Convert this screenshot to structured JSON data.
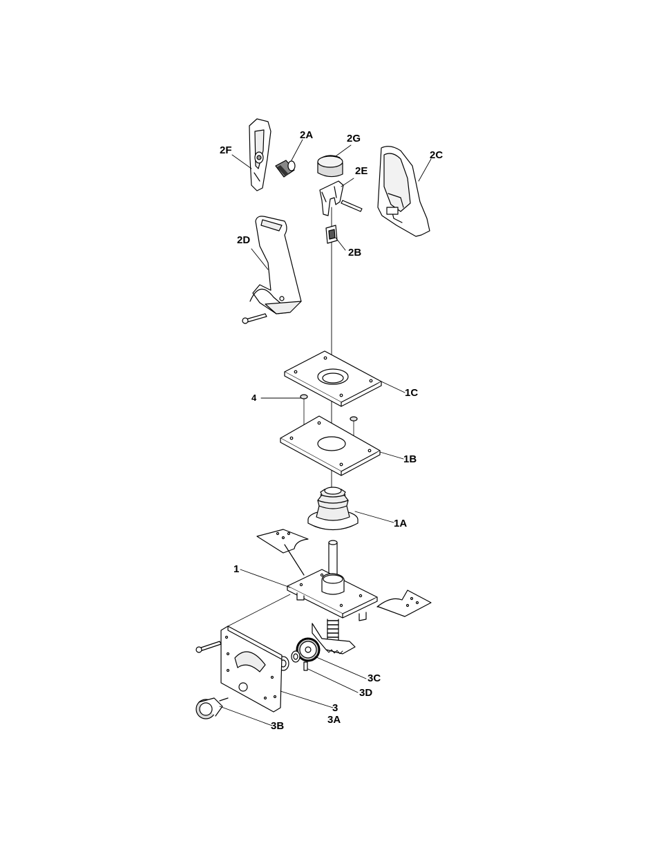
{
  "diagram": {
    "kind": "exploded parts view",
    "callouts": [
      {
        "id": "2F",
        "text": "2F"
      },
      {
        "id": "2A",
        "text": "2A"
      },
      {
        "id": "2G",
        "text": "2G"
      },
      {
        "id": "2C",
        "text": "2C"
      },
      {
        "id": "2E",
        "text": "2E"
      },
      {
        "id": "2D",
        "text": "2D"
      },
      {
        "id": "2B",
        "text": "2B"
      },
      {
        "id": "1C",
        "text": "1C"
      },
      {
        "id": "4",
        "text": "4"
      },
      {
        "id": "1B",
        "text": "1B"
      },
      {
        "id": "1A",
        "text": "1A"
      },
      {
        "id": "1",
        "text": "1"
      },
      {
        "id": "3C",
        "text": "3C"
      },
      {
        "id": "3D",
        "text": "3D"
      },
      {
        "id": "3",
        "text": "3"
      },
      {
        "id": "3A",
        "text": "3A"
      },
      {
        "id": "3B",
        "text": "3B"
      }
    ],
    "colors": {
      "line": "#000000",
      "fill": "#ffffff",
      "shade": "#d9d9d9",
      "dark": "#555555"
    }
  }
}
